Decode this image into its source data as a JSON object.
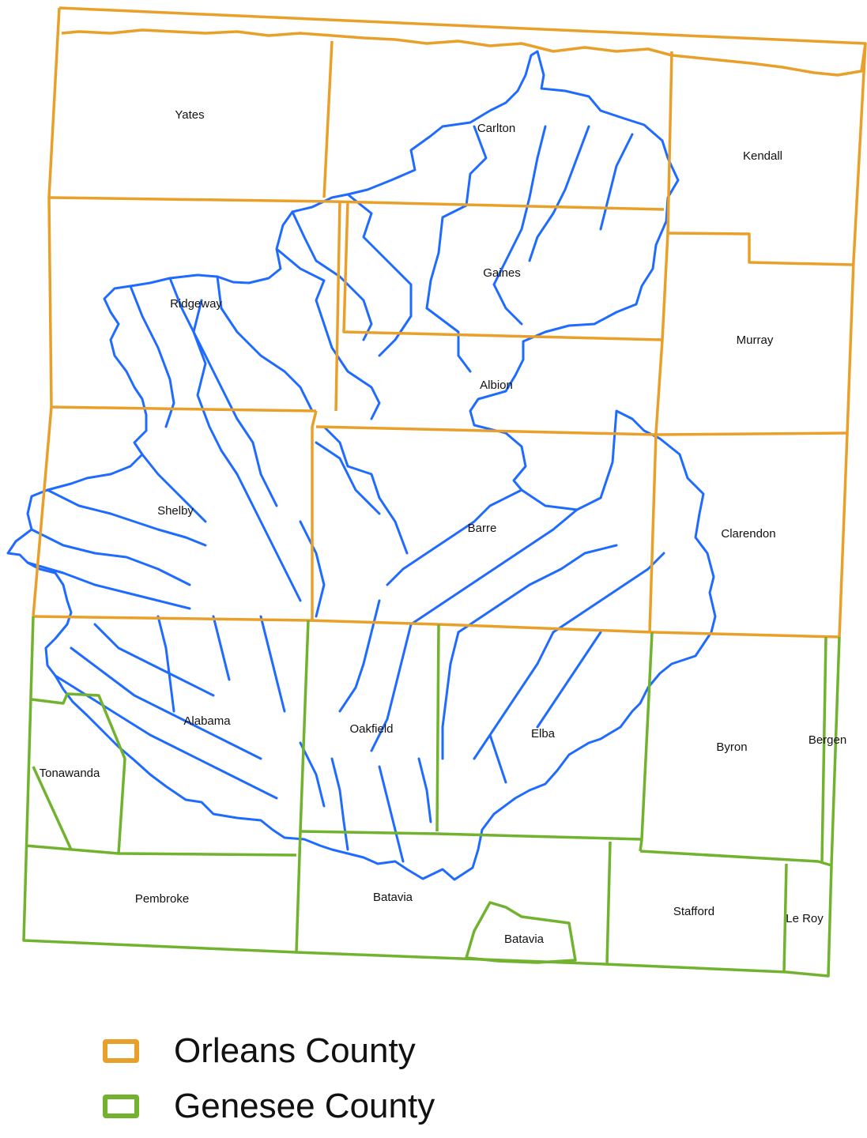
{
  "colors": {
    "orleans": "#E8A02A",
    "genesee": "#71B22E",
    "watershed": "#1F6BFF"
  },
  "orleans_towns": {
    "yates": "Yates",
    "carlton": "Carlton",
    "kendall": "Kendall",
    "ridgeway": "Ridgeway",
    "gaines": "Gaines",
    "murray": "Murray",
    "albion": "Albion",
    "shelby": "Shelby",
    "barre": "Barre",
    "clarendon": "Clarendon"
  },
  "genesee_towns": {
    "alabama": "Alabama",
    "oakfield": "Oakfield",
    "elba": "Elba",
    "byron": "Byron",
    "bergen": "Bergen",
    "tonawanda": "Tonawanda",
    "pembroke": "Pembroke",
    "batavia_town": "Batavia",
    "batavia_city": "Batavia",
    "stafford": "Stafford",
    "le_roy": "Le Roy"
  },
  "legend": {
    "items": [
      {
        "label": "Orleans County",
        "color": "#E8A02A"
      },
      {
        "label": "Genesee County",
        "color": "#71B22E"
      }
    ]
  }
}
